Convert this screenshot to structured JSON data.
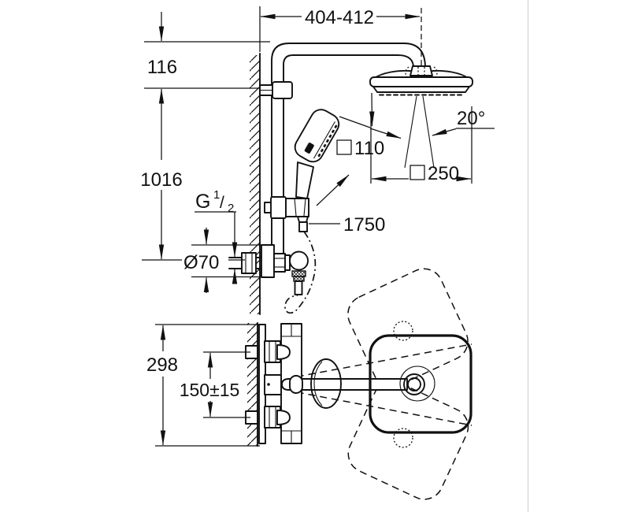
{
  "diagram": {
    "labels": {
      "arm_projection": "404-412",
      "arm_offset": "116",
      "rail_height": "1016",
      "thread": {
        "letter": "G",
        "numerator": "1",
        "slash": "/",
        "denominator": "2"
      },
      "escutcheon_diameter": "Ø70",
      "hose_length": "1750",
      "handshower_size": "110",
      "headshower_size": "250",
      "tilt_angle": "20°",
      "valve_body_height": "298",
      "inlet_distance": "150±15"
    },
    "colors": {
      "line": "#111111",
      "divider": "#cccccc",
      "background": "#ffffff"
    }
  }
}
